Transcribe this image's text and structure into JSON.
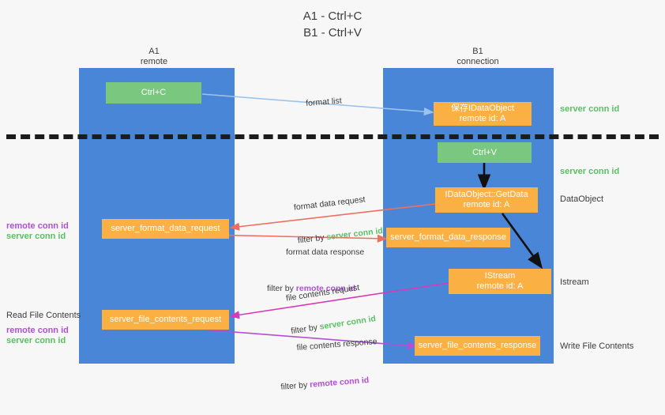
{
  "title": "A1 - Ctrl+C\nB1 - Ctrl+V",
  "columns": [
    {
      "name": "A1",
      "subtitle": "remote"
    },
    {
      "name": "B1",
      "subtitle": "connection"
    }
  ],
  "column_headers": {
    "left": "A1\nremote",
    "right": "B1\nconnection"
  },
  "nodes": {
    "ctrl_c": "Ctrl+C",
    "ctrl_v": "Ctrl+V",
    "save_idataobject": "保存IDataObject\nremote id: A",
    "getdata": "IDataObject::GetData\nremote id: A",
    "istream": "IStream\nremote id: A",
    "server_format_data_request": "server_format_data_request",
    "server_format_data_response": "server_format_data_response",
    "server_file_contents_request": "server_file_contents_request",
    "server_file_contents_response": "server_file_contents_response"
  },
  "right_labels": {
    "server_conn_id_top": "server conn id",
    "server_conn_id_mid": "server conn id",
    "dataobject": "DataObject",
    "istream": "Istream",
    "write_file_contents": "Write File Contents"
  },
  "left_labels": {
    "remote_conn_id_1": "remote conn id",
    "server_conn_id_1": "server conn id",
    "read_file_contents": "Read File Contents",
    "remote_conn_id_2": "remote conn id",
    "server_conn_id_2": "server conn id"
  },
  "edges": [
    {
      "id": "format-list",
      "caption": "format list",
      "filter_prefix": "",
      "filter_value": "",
      "color": "#9cc3ea"
    },
    {
      "id": "format-data-request",
      "caption": "format data request",
      "filter_prefix": "filter by ",
      "filter_value": "server conn id",
      "filter_color": "green",
      "color": "#ef6f5e"
    },
    {
      "id": "format-data-response",
      "caption": "format data response",
      "filter_prefix": "filter by ",
      "filter_value": "remote conn id",
      "filter_color": "purple",
      "color": "#ef6f5e"
    },
    {
      "id": "file-contents-request",
      "caption": "file contents request",
      "filter_prefix": "filter by ",
      "filter_value": "server conn id",
      "filter_color": "green",
      "color": "#d63bb8"
    },
    {
      "id": "file-contents-response",
      "caption": "file contents response",
      "filter_prefix": "filter by ",
      "filter_value": "remote conn id",
      "filter_color": "purple",
      "color": "#b04fd8"
    }
  ],
  "colors": {
    "lane": "#4a86d8",
    "green_node": "#7ac77f",
    "orange_node": "#fbb043",
    "server_conn_id": "#5bbf63",
    "remote_conn_id": "#b04fd8",
    "divider": "#1c1c1c",
    "background": "#f7f7f7"
  }
}
